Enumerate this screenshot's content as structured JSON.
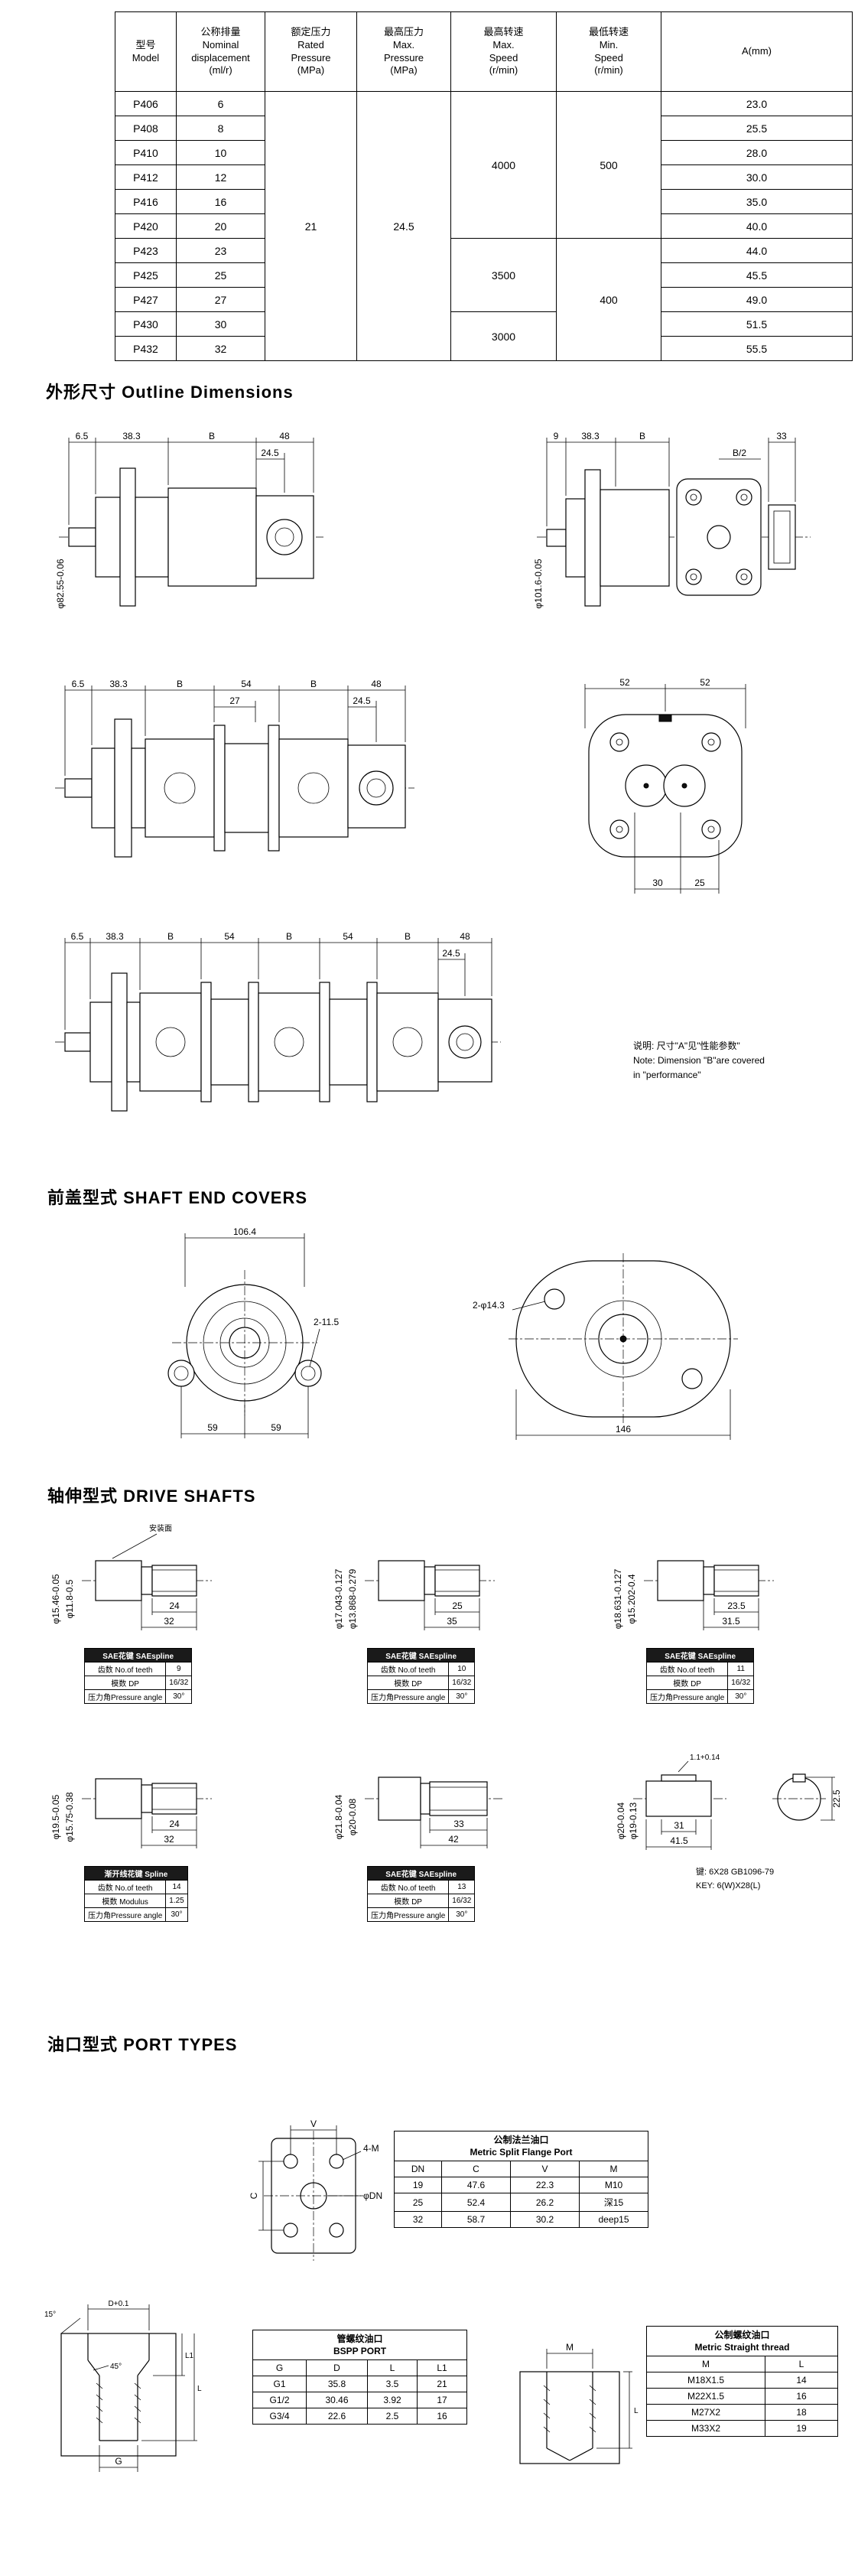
{
  "headings": {
    "outline": "外形尺寸 Outline Dimensions",
    "covers": "前盖型式 SHAFT END COVERS",
    "shafts": "轴伸型式 DRIVE SHAFTS",
    "ports": "油口型式 PORT TYPES"
  },
  "spec": {
    "headers": [
      "型号\nModel",
      "公称排量\nNominal\ndisplacement\n(ml/r)",
      "额定压力\nRated\nPressure\n(MPa)",
      "最高压力\nMax.\nPressure\n(MPa)",
      "最高转速\nMax.\nSpeed\n(r/min)",
      "最低转速\nMin.\nSpeed\n(r/min)",
      "A(mm)"
    ],
    "rows": [
      {
        "model": "P406",
        "disp": "6",
        "a": "23.0"
      },
      {
        "model": "P408",
        "disp": "8",
        "a": "25.5"
      },
      {
        "model": "P410",
        "disp": "10",
        "a": "28.0"
      },
      {
        "model": "P412",
        "disp": "12",
        "a": "30.0"
      },
      {
        "model": "P416",
        "disp": "16",
        "a": "35.0"
      },
      {
        "model": "P420",
        "disp": "20",
        "a": "40.0"
      },
      {
        "model": "P423",
        "disp": "23",
        "a": "44.0"
      },
      {
        "model": "P425",
        "disp": "25",
        "a": "45.5"
      },
      {
        "model": "P427",
        "disp": "27",
        "a": "49.0"
      },
      {
        "model": "P430",
        "disp": "30",
        "a": "51.5"
      },
      {
        "model": "P432",
        "disp": "32",
        "a": "55.5"
      }
    ],
    "rated_pressure": "21",
    "max_pressure": "24.5",
    "max_speed_1": "4000",
    "max_speed_2": "3500",
    "max_speed_3": "3000",
    "min_speed_1": "500",
    "min_speed_2": "400"
  },
  "outline": {
    "r1l": {
      "d0": "6.5",
      "d1": "38.3",
      "d2": "B",
      "d3": "48",
      "d4": "24.5",
      "dia": "φ82.55-0.06"
    },
    "r1r": {
      "d0": "9",
      "d1": "38.3",
      "d2": "B",
      "d3": "33",
      "d4": "B/2",
      "dia": "φ101.6-0.05"
    },
    "r2l": {
      "d0": "6.5",
      "d1": "38.3",
      "d2": "B",
      "d3": "54",
      "d4": "B",
      "d5": "48",
      "d6": "27",
      "d7": "24.5"
    },
    "r2r": {
      "t0": "52",
      "t1": "52",
      "b0": "30",
      "b1": "25"
    },
    "r3": {
      "d0": "6.5",
      "d1": "38.3",
      "d2": "B",
      "d3": "54",
      "d4": "B",
      "d5": "54",
      "d6": "B",
      "d7": "48",
      "d8": "24.5"
    },
    "note": {
      "zh": "说明: 尺寸\"A\"见\"性能参数\"",
      "en1": "Note: Dimension \"B\"are covered",
      "en2": "in \"performance\""
    }
  },
  "covers": {
    "l": {
      "d0": "106.4",
      "d1": "2-11.5",
      "d2": "59",
      "d3": "59"
    },
    "r": {
      "d0": "2-φ14.3",
      "d1": "146"
    }
  },
  "shafts": {
    "mount": "安装面",
    "c1": {
      "len": "24",
      "total": "32",
      "dia1": "φ15.46-0.05",
      "dia2": "φ11.8-0.5",
      "th": "SAE花键 SAEspline",
      "r1": "齿数 No.of teeth",
      "v1": "9",
      "r2": "模数 DP",
      "v2": "16/32",
      "r3": "压力角Pressure angle",
      "v3": "30°"
    },
    "c2": {
      "len": "25",
      "total": "35",
      "dia1": "φ17.043-0.127",
      "dia2": "φ13.868-0.279",
      "th": "SAE花键 SAEspline",
      "r1": "齿数 No.of teeth",
      "v1": "10",
      "r2": "模数 DP",
      "v2": "16/32",
      "r3": "压力角Pressure angle",
      "v3": "30°"
    },
    "c3": {
      "len": "23.5",
      "total": "31.5",
      "dia1": "φ18.631-0.127",
      "dia2": "φ15.202-0.4",
      "th": "SAE花键 SAEspline",
      "r1": "齿数 No.of teeth",
      "v1": "11",
      "r2": "模数 DP",
      "v2": "16/32",
      "r3": "压力角Pressure angle",
      "v3": "30°"
    },
    "c4": {
      "len": "24",
      "total": "32",
      "dia1": "φ19.5-0.05",
      "dia2": "φ15.75-0.38",
      "th": "渐开线花键 Spline",
      "r1": "齿数 No.of teeth",
      "v1": "14",
      "r2": "模数 Modulus",
      "v2": "1.25",
      "r3": "压力角Pressure angle",
      "v3": "30°"
    },
    "c5": {
      "len": "33",
      "total": "42",
      "dia1": "φ21.8-0.04",
      "dia2": "φ20-0.08",
      "th": "SAE花键 SAEspline",
      "r1": "齿数 No.of teeth",
      "v1": "13",
      "r2": "模数 DP",
      "v2": "16/32",
      "r3": "压力角Pressure angle",
      "v3": "30°"
    },
    "c6": {
      "slot": "1.1+0.14",
      "d_end": "22.5",
      "d_key": "31",
      "d_total": "41.5",
      "dia1": "φ20-0.04",
      "dia2": "φ19-0.13",
      "key_zh": "键: 6X28 GB1096-79",
      "key_en": "KEY: 6(W)X28(L)"
    }
  },
  "ports": {
    "flange_labels": {
      "v": "V",
      "c": "C",
      "bolts": "4-M",
      "dn": "φDN"
    },
    "table1": {
      "title_zh": "公制法兰油口",
      "title_en": "Metric Split Flange Port",
      "headers": [
        "DN",
        "C",
        "V",
        "M"
      ],
      "rows": [
        [
          "19",
          "47.6",
          "22.3",
          "M10"
        ],
        [
          "25",
          "52.4",
          "26.2",
          "深15"
        ],
        [
          "32",
          "58.7",
          "30.2",
          "deep15"
        ]
      ]
    },
    "bspp_labels": {
      "angle1": "15°",
      "d": "D+0.1",
      "angle2": "45°",
      "g": "G",
      "l1": "L1",
      "l": "L"
    },
    "table2": {
      "title_zh": "管螺纹油口",
      "title_en": "BSPP PORT",
      "headers": [
        "G",
        "D",
        "L",
        "L1"
      ],
      "rows": [
        [
          "G1",
          "35.8",
          "3.5",
          "21"
        ],
        [
          "G1/2",
          "30.46",
          "3.92",
          "17"
        ],
        [
          "G3/4",
          "22.6",
          "2.5",
          "16"
        ]
      ]
    },
    "metric_labels": {
      "m": "M",
      "l": "L"
    },
    "table3": {
      "title_zh": "公制螺纹油口",
      "title_en": "Metric Straight thread",
      "headers": [
        "M",
        "L"
      ],
      "rows": [
        [
          "M18X1.5",
          "14"
        ],
        [
          "M22X1.5",
          "16"
        ],
        [
          "M27X2",
          "18"
        ],
        [
          "M33X2",
          "19"
        ]
      ]
    }
  }
}
